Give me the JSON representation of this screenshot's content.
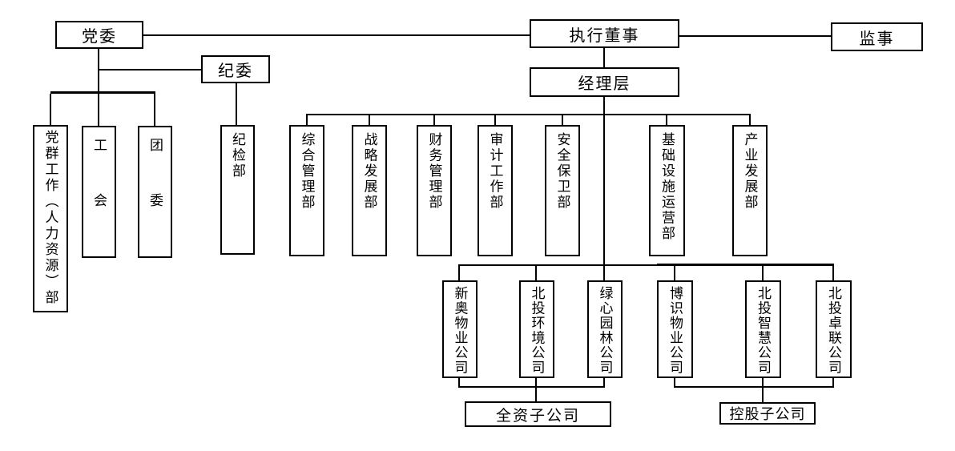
{
  "chart": {
    "type": "org-chart",
    "background_color": "#ffffff",
    "line_color": "#000000",
    "box_border_color": "#000000",
    "text_color": "#000000"
  },
  "nodes": {
    "party_committee": "党委",
    "discipline_committee": "纪委",
    "executive_director": "执行董事",
    "supervisors": "监事",
    "management": "经理层"
  },
  "party_branches": [
    "党群工作（人力资源）部",
    "工会",
    "团委",
    "纪检部"
  ],
  "departments": [
    "综合管理部",
    "战略发展部",
    "财务管理部",
    "审计工作部",
    "安全保卫部",
    "基础设施运营部",
    "产业发展部"
  ],
  "wholly_owned_subsidiaries": [
    "新奥物业公司",
    "北投环境公司",
    "绿心园林公司"
  ],
  "holding_subsidiaries": [
    "博识物业公司",
    "北投智慧公司",
    "北投卓联公司"
  ],
  "group_labels": {
    "wholly_owned": "全资子公司",
    "holding": "控股子公司"
  }
}
